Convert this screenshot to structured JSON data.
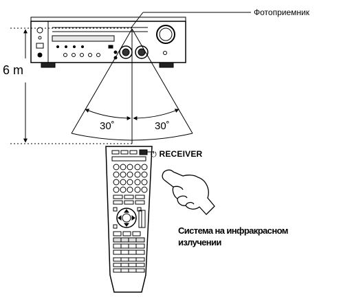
{
  "labels": {
    "sensor": "Фотоприемник",
    "distance": "6 m",
    "angle_left": "30˚",
    "angle_right": "30˚",
    "receiver_button": "RECEIVER",
    "power_glyph": "⏻",
    "system_line1": "Система на инфракрасном",
    "system_line2": "излучении"
  }
}
